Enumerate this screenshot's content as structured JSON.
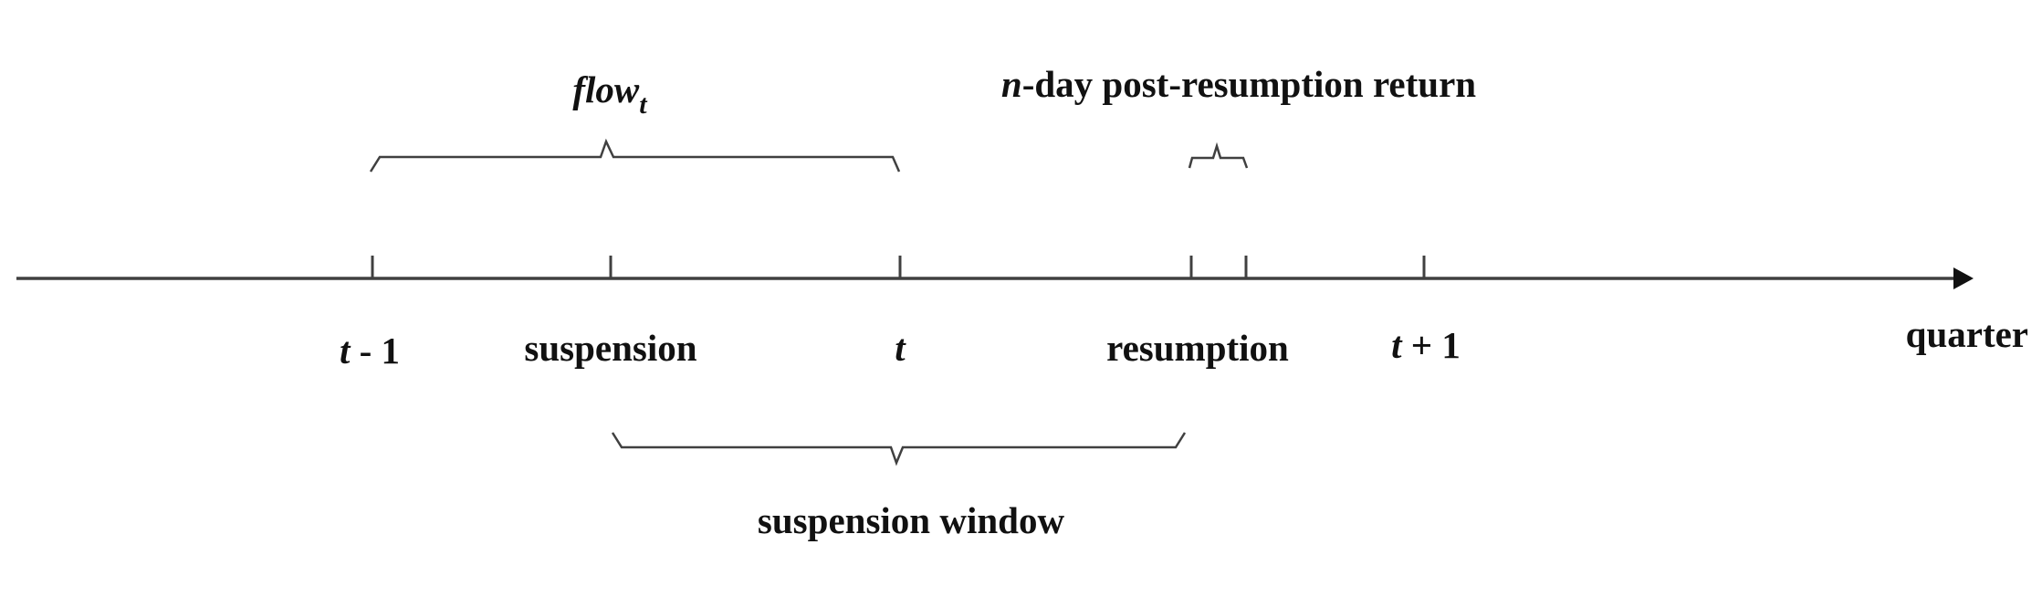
{
  "timeline": {
    "axis_label": "quarter",
    "ticks": [
      {
        "var": "t",
        "rest": " - 1"
      },
      {
        "var": "",
        "rest": "suspension"
      },
      {
        "var": "t",
        "rest": ""
      },
      {
        "var": "",
        "rest": "resumption"
      },
      {
        "var": "t",
        "rest": " + 1"
      }
    ]
  },
  "braces": {
    "flow": {
      "base": "flow",
      "subscript": "t"
    },
    "post_return": {
      "var": "n",
      "rest": "-day post-resumption return"
    },
    "window": {
      "label": "suspension window"
    }
  },
  "colors": {
    "line": "#404040",
    "text": "#111111"
  }
}
